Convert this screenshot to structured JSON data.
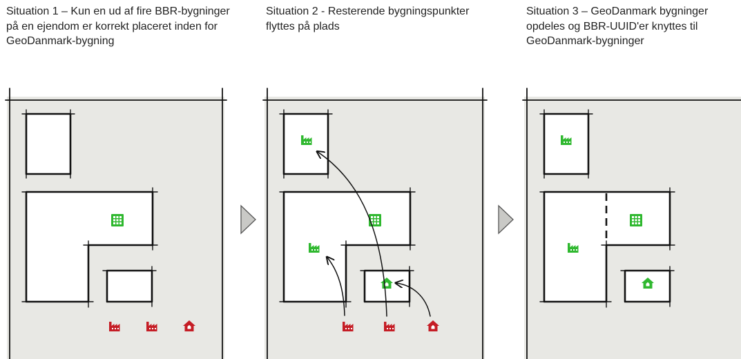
{
  "situations": [
    {
      "title": "Situation 1 – Kun en ud af fire BBR-bygninger på en ejendom er korrekt placeret inden for GeoDanmark-bygning"
    },
    {
      "title": "Situation 2 - Resterende bygningspunkter flyttes på plads"
    },
    {
      "title": "Situation 3 – GeoDanmark bygninger opdeles og BBR-UUID'er knyttes til GeoDanmark-bygninger"
    }
  ],
  "colors": {
    "placed_marker": "#2fb82f",
    "unplaced_marker": "#c51d25",
    "plot_fill": "#e8e8e4",
    "building_fill": "#ffffff",
    "outline": "#111111",
    "step_arrow": "#c9c9c6"
  },
  "icons": [
    "factory-icon",
    "office-building-icon",
    "house-icon",
    "chevron-right-icon",
    "curved-arrow-icon"
  ],
  "markers": {
    "situation_1": {
      "placed": [
        "office-building-icon"
      ],
      "unplaced": [
        "factory-icon",
        "factory-icon",
        "house-icon"
      ]
    },
    "situation_2": {
      "placed": [
        "factory-icon",
        "office-building-icon",
        "factory-icon",
        "house-icon"
      ],
      "moves": 3
    },
    "situation_3": {
      "placed": [
        "factory-icon",
        "office-building-icon",
        "factory-icon",
        "house-icon"
      ]
    }
  }
}
